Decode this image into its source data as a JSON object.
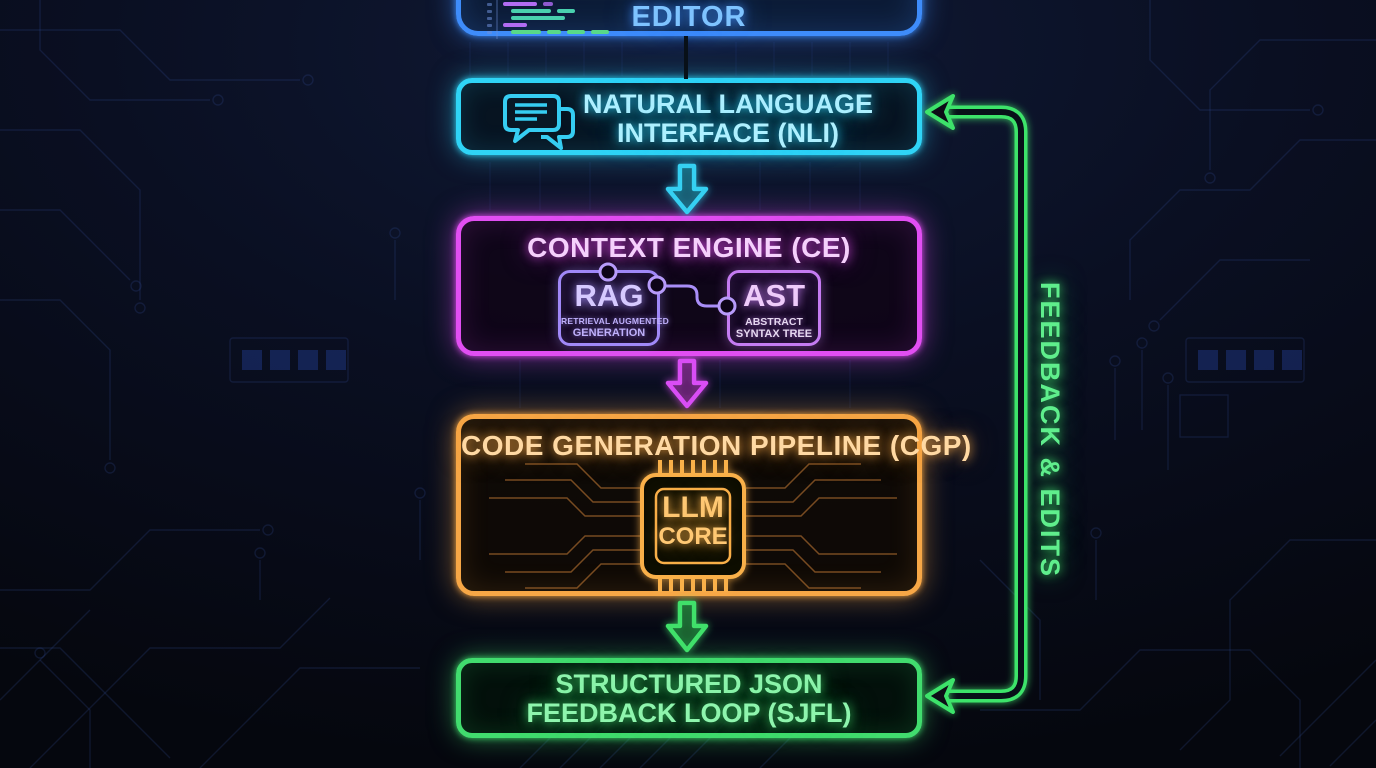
{
  "diagram": {
    "editor": {
      "title": "EDITOR"
    },
    "nli": {
      "title_line1": "NATURAL LANGUAGE",
      "title_line2": "INTERFACE (NLI)"
    },
    "context_engine": {
      "title": "CONTEXT ENGINE (CE)",
      "rag": {
        "abbr": "RAG",
        "sub_line1": "RETRIEVAL AUGMENTED",
        "sub_line2": "GENERATION"
      },
      "ast": {
        "abbr": "AST",
        "sub_line1": "ABSTRACT",
        "sub_line2": "SYNTAX TREE"
      }
    },
    "pipeline": {
      "title": "CODE GENERATION PIPELINE (CGP)",
      "chip_line1": "LLM",
      "chip_line2": "CORE"
    },
    "sjfl": {
      "title_line1": "STRUCTURED JSON",
      "title_line2": "FEEDBACK LOOP (SJFL)"
    },
    "feedback_label": "FEEDBACK & EDITS"
  },
  "icons": {
    "editor": "code-lines-icon",
    "nli": "chat-bubbles-icon",
    "pipeline": "cpu-chip-icon",
    "flow": "down-arrow-icon",
    "feedback": "left-arrow-loop-icon"
  },
  "colors": {
    "background": "#070a14",
    "circuit_trace": "#35509f",
    "editor_blue": "#3e8cfa",
    "nli_cyan": "#2fd4f6",
    "context_magenta": "#e14ef2",
    "rag_lavender": "#a189f8",
    "ast_violet": "#c57cf2",
    "pipeline_orange": "#f7a746",
    "sjfl_green": "#41dc6e",
    "feedback_green": "#3ee36a"
  }
}
